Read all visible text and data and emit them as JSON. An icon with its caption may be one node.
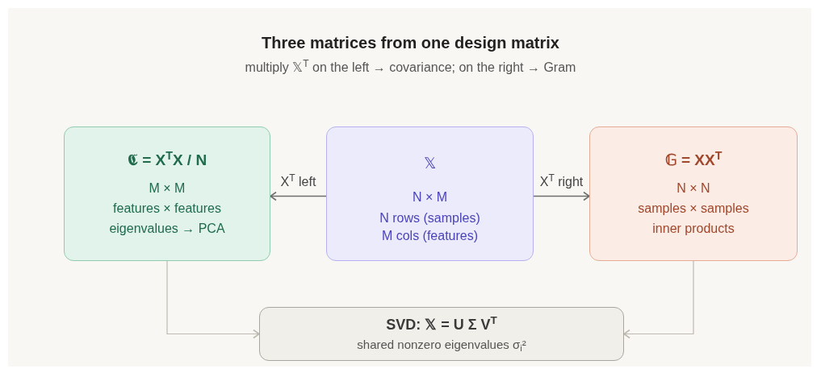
{
  "diagram": {
    "title": "Three matrices from one design matrix",
    "caption": "multiply 𝕏$^{T}$ on the left → covariance; on the right → Gram",
    "nodes": [
      {
        "text": [
          "𝕮 = X$^{T}$X / N",
          "M × M",
          "features × features",
          "eigenvalues → PCA"
        ]
      },
      {
        "text": [
          "𝕏",
          "N × M",
          "N rows (samples)",
          "M cols (features)"
        ]
      },
      {
        "text": [
          "𝔾 = XX$^{T}$",
          "N × N",
          "samples × samples",
          "inner products"
        ]
      },
      {
        "text": [
          "SVD: 𝕏 = U Σ V$^{T}$",
          "shared nonzero eigenvalues σ$_{i}$²"
        ]
      }
    ],
    "edges": [
      {
        "from": 1,
        "to": 0,
        "arrow": "to",
        "label": "X$^{T}$ left"
      },
      {
        "from": 1,
        "to": 2,
        "arrow": "to",
        "label": "X$^{T}$ right"
      },
      {
        "from": 0,
        "to": 3,
        "arrow": "to",
        "color": "#bdb9b1"
      },
      {
        "from": 2,
        "to": 3,
        "arrow": "to",
        "color": "#bdb9b1"
      }
    ]
  }
}
